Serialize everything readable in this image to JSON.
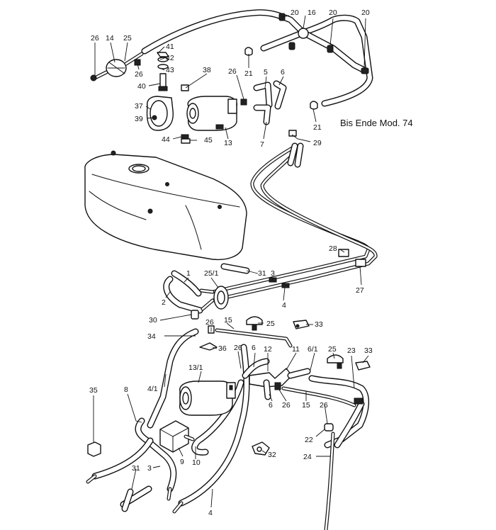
{
  "diagram": {
    "note": "Bis Ende Mod. 74",
    "labels": {
      "l26a": "26",
      "l14": "14",
      "l25a": "25",
      "l26b": "26",
      "l41": "41",
      "l42": "42",
      "l43": "43",
      "l40": "40",
      "l38": "38",
      "l37": "37",
      "l39": "39",
      "l44": "44",
      "l45": "45",
      "l13": "13",
      "l20a": "20",
      "l16": "16",
      "l20b": "20",
      "l20c": "20",
      "l21a": "21",
      "l26c": "26",
      "l5": "5",
      "l6a": "6",
      "l7": "7",
      "l29": "29",
      "l21b": "21",
      "l28": "28",
      "l27": "27",
      "l31a": "31",
      "l1": "1",
      "l25_1": "25/1",
      "l3a": "3",
      "l2": "2",
      "l4a": "4",
      "l30": "30",
      "l26d": "26",
      "l15a": "15",
      "l25b": "25",
      "l33a": "33",
      "l34": "34",
      "l36": "36",
      "l26e": "26",
      "l6b": "6",
      "l12": "12",
      "l11": "11",
      "l6_1": "6/1",
      "l25c": "25",
      "l23": "23",
      "l33b": "33",
      "l13_1": "13/1",
      "l4_1": "4/1",
      "l8": "8",
      "l35": "35",
      "l6c": "6",
      "l26f": "26",
      "l15b": "15",
      "l26g": "26",
      "l22": "22",
      "l9": "9",
      "l10": "10",
      "l32": "32",
      "l24": "24",
      "l31b": "31",
      "l3b": "3",
      "l4b": "4"
    }
  }
}
